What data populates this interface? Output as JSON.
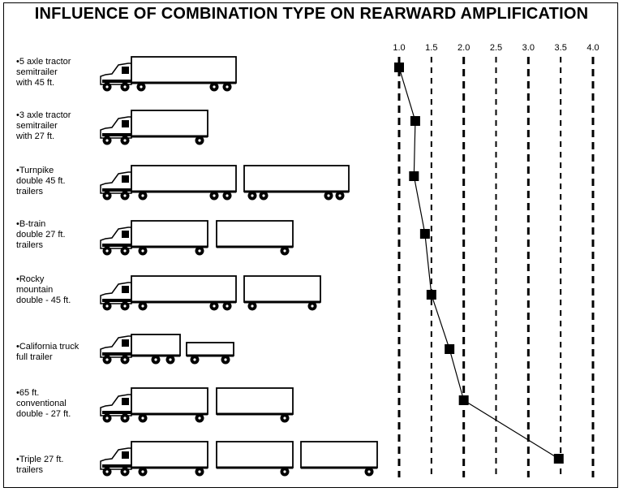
{
  "chart_data": {
    "type": "scatter",
    "title": "INFLUENCE OF COMBINATION TYPE ON REARWARD AMPLIFICATION",
    "x_ticks": [
      "1.0",
      "1.5",
      "2.0",
      "2.5",
      "3.0",
      "3.5",
      "4.0"
    ],
    "xlim": [
      1.0,
      4.0
    ],
    "x_tick_values": [
      1.0,
      1.5,
      2.0,
      2.5,
      3.0,
      3.5,
      4.0
    ],
    "grid": true,
    "connected": true,
    "categories": [
      "•5 axle tractor\nsemitrailer\nwith 45 ft.",
      "•3 axle tractor\nsemitrailer\nwith 27 ft.",
      "•Turnpike\ndouble 45 ft.\ntrailers",
      "•B-train\ndouble 27 ft.\ntrailers",
      "•Rocky\nmountain\ndouble - 45 ft.",
      "•California truck\nfull trailer",
      "•65 ft.\nconventional\ndouble - 27 ft.",
      "•Triple 27 ft.\ntrailers"
    ],
    "values": [
      1.0,
      1.25,
      1.23,
      1.4,
      1.5,
      1.78,
      2.0,
      3.47
    ]
  }
}
